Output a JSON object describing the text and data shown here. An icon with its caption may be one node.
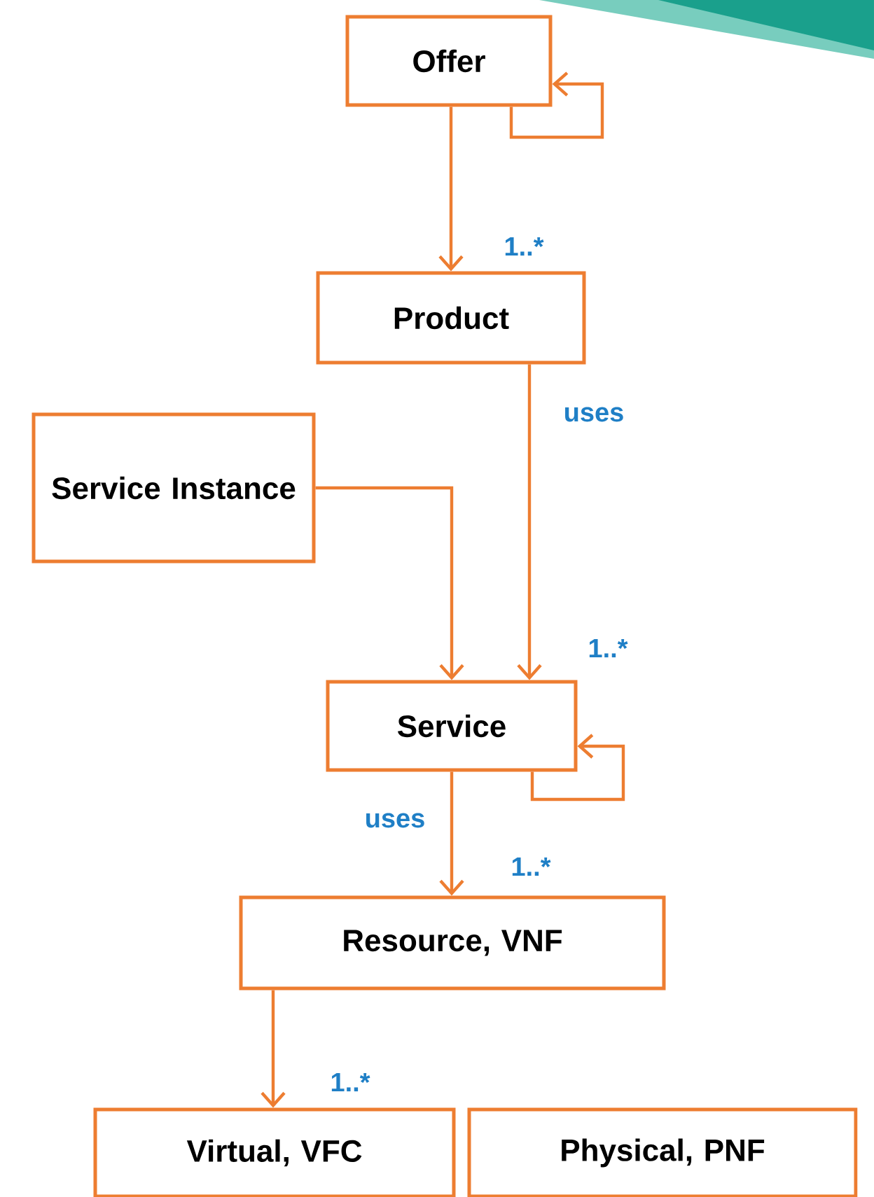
{
  "diagram": {
    "nodes": [
      {
        "text": [
          "Offer"
        ]
      },
      {
        "text": [
          "Product"
        ]
      },
      {
        "text": [
          "Service Instance"
        ]
      },
      {
        "text": [
          "Service"
        ]
      },
      {
        "text": [
          "Resource, VNF"
        ]
      },
      {
        "text": [
          "Virtual, VFC"
        ]
      },
      {
        "text": [
          "Physical, PNF"
        ]
      }
    ],
    "edges": [
      {
        "from": 0,
        "to": 0,
        "arrow": "to"
      },
      {
        "from": 0,
        "to": 1,
        "arrow": "to",
        "label": "1..*"
      },
      {
        "from": 1,
        "to": 3,
        "arrow": "to",
        "label": "1..*"
      },
      {
        "from": 2,
        "to": 3,
        "arrow": "to"
      },
      {
        "from": 3,
        "to": 3,
        "arrow": "to"
      },
      {
        "from": 3,
        "to": 4,
        "arrow": "to",
        "label": "1..*"
      },
      {
        "from": 4,
        "to": 5,
        "arrow": "to",
        "label": "1..*"
      }
    ],
    "labels": [
      "uses",
      "uses"
    ]
  }
}
